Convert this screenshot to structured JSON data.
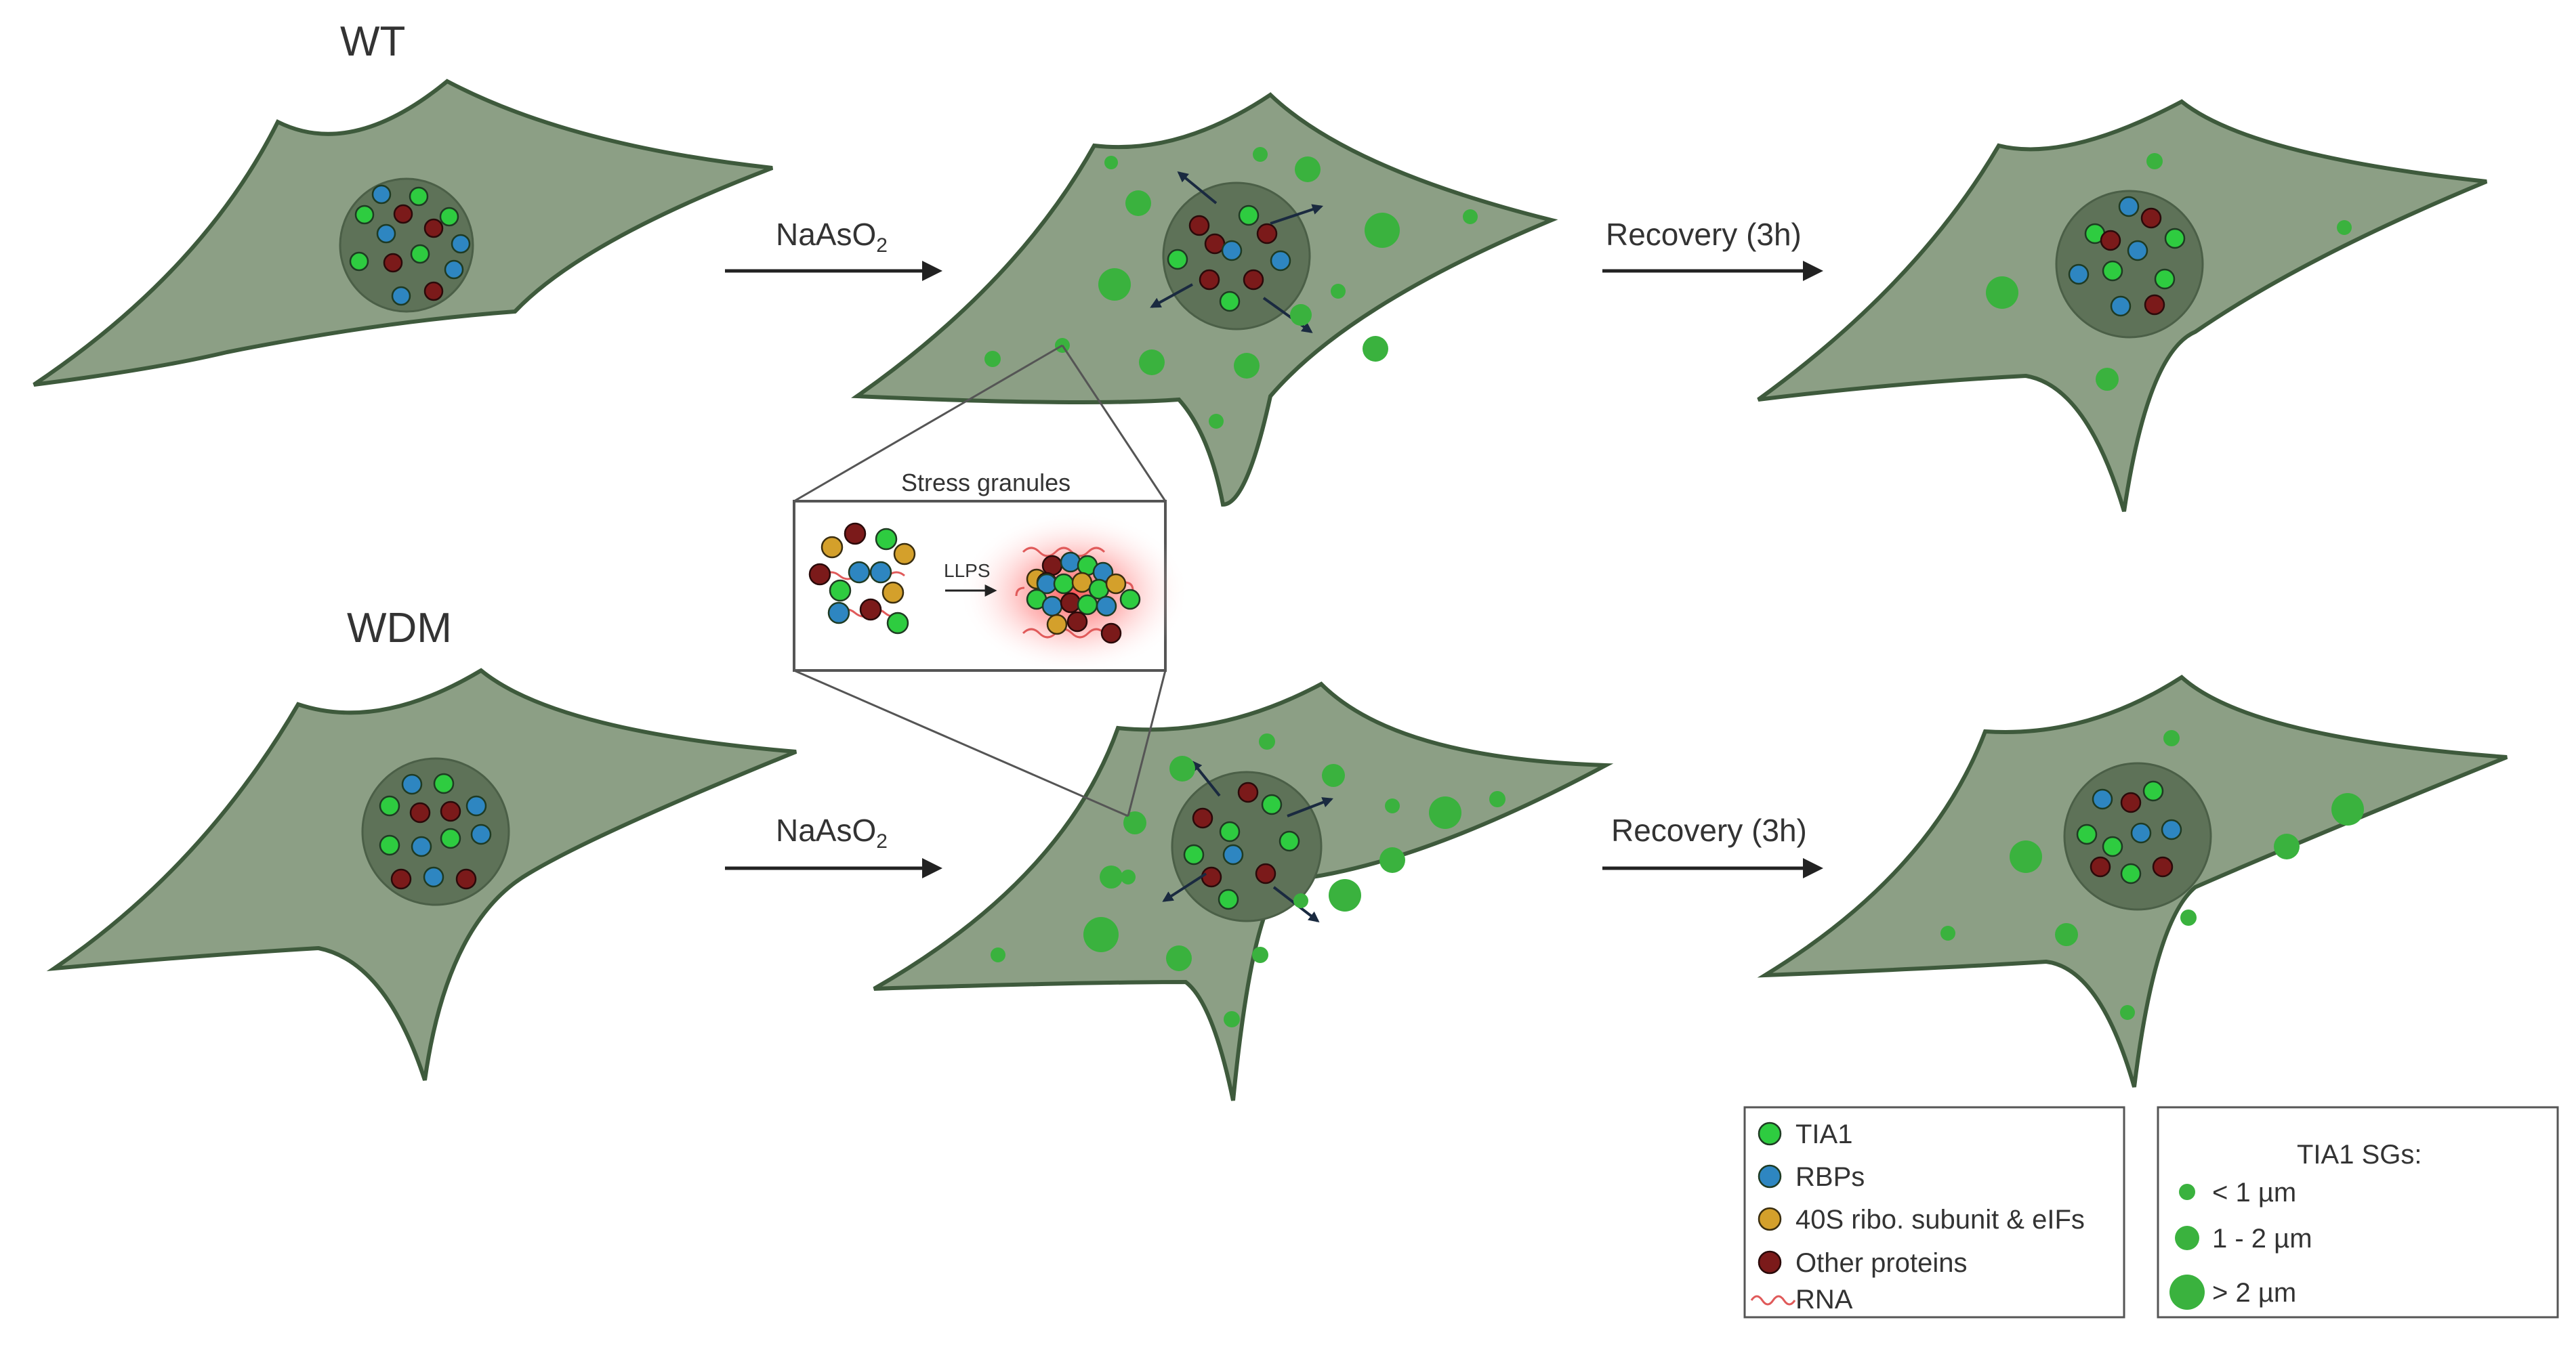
{
  "colors": {
    "cell_fill": "#8c9f85",
    "cell_stroke": "#3e5a3c",
    "nucleus_fill": "#5e7258",
    "sg_green": "#3ab23e",
    "tia1": "#2ecc40",
    "rbp": "#2e86c1",
    "ribo": "#d4a02b",
    "other": "#7b1a1a",
    "rna": "#e05a5a",
    "glow": "#ff3b3b"
  },
  "rows": {
    "wt_label": "WT",
    "wdm_label": "WDM"
  },
  "arrows": {
    "treatment_main": "NaAsO",
    "treatment_sub": "2",
    "recovery": "Recovery (3h)"
  },
  "inset": {
    "title": "Stress granules",
    "llps": "LLPS"
  },
  "legend": {
    "items": [
      {
        "label": "TIA1",
        "icon": "tia1-dot"
      },
      {
        "label": "RBPs",
        "icon": "rbp-dot"
      },
      {
        "label": "40S ribo. subunit & eIFs",
        "icon": "ribo-dot"
      },
      {
        "label": "Other proteins",
        "icon": "other-dot"
      },
      {
        "label": "RNA",
        "icon": "rna-squiggle"
      }
    ]
  },
  "size_legend": {
    "title": "TIA1 SGs:",
    "items": [
      {
        "label": "< 1 µm"
      },
      {
        "label": "1 - 2 µm"
      },
      {
        "label": "> 2 µm"
      }
    ]
  }
}
